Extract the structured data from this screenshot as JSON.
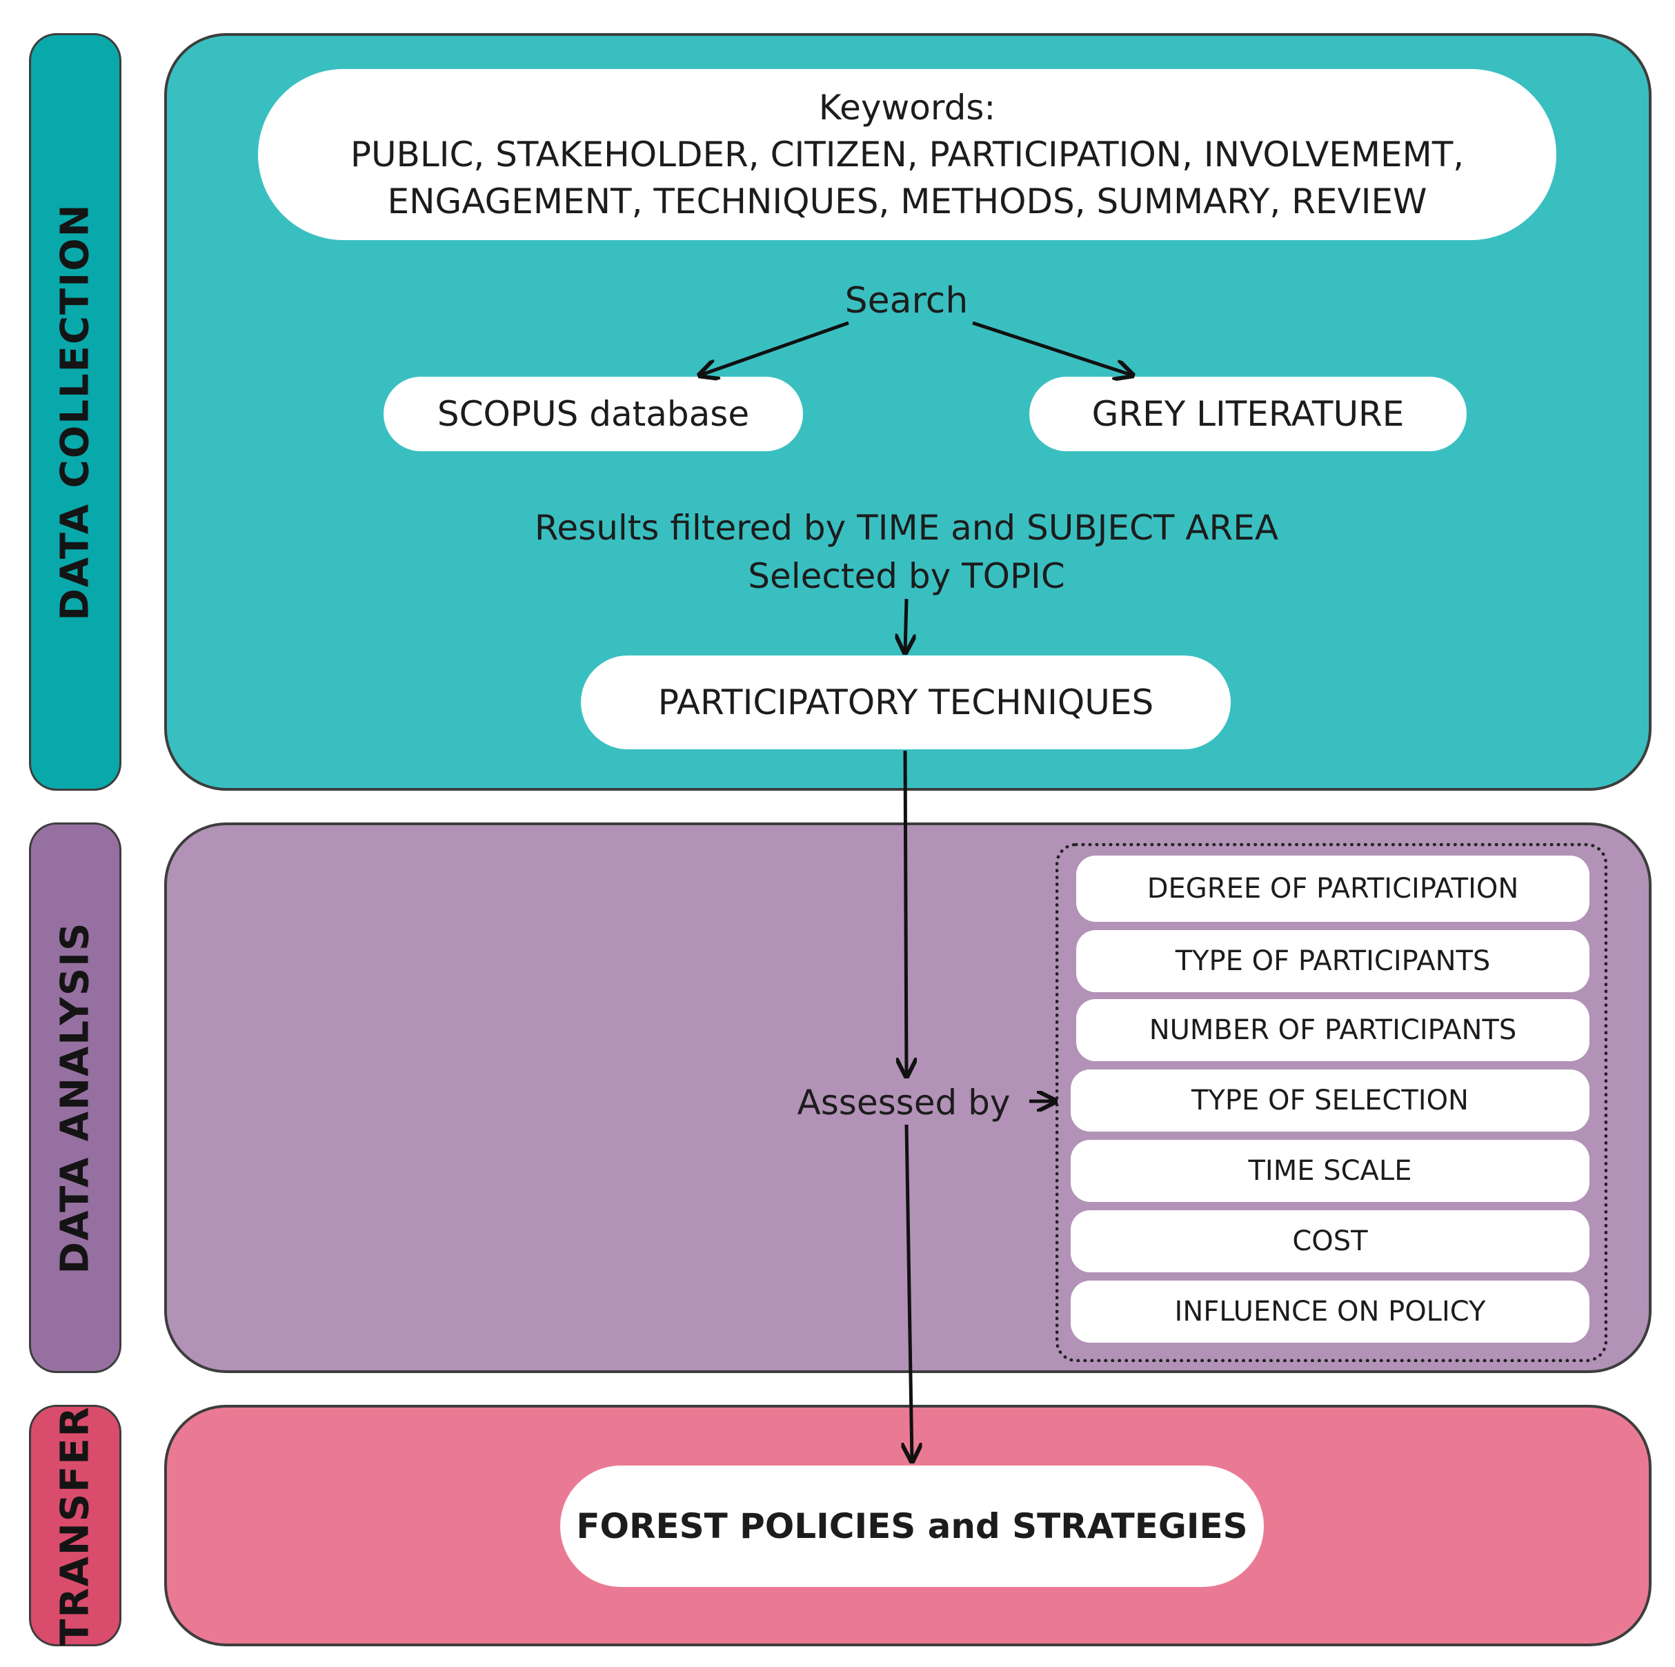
{
  "stages": {
    "data_collection": "DATA COLLECTION",
    "data_analysis": "DATA ANALYSIS",
    "transfer": "TRANSFER"
  },
  "collection": {
    "keywords_heading": "Keywords:",
    "keywords_line1": "PUBLIC, STAKEHOLDER, CITIZEN, PARTICIPATION, INVOLVEMEMT,",
    "keywords_line2": "ENGAGEMENT, TECHNIQUES, METHODS, SUMMARY, REVIEW",
    "search_label": "Search",
    "source_scopus": "SCOPUS database",
    "source_grey": "GREY LITERATURE",
    "filter_line1": "Results filtered by TIME and SUBJECT AREA",
    "filter_line2": "Selected by TOPIC",
    "result": "PARTICIPATORY TECHNIQUES"
  },
  "analysis": {
    "assessed_label": "Assessed by",
    "criteria": [
      "DEGREE OF PARTICIPATION",
      "TYPE OF PARTICIPANTS",
      "NUMBER OF PARTICIPANTS",
      "TYPE OF SELECTION",
      "TIME SCALE",
      "COST",
      "INFLUENCE ON POLICY"
    ]
  },
  "transfer": {
    "outcome": "FOREST POLICIES and STRATEGIES"
  },
  "colors": {
    "teal": "#3abfc1",
    "teal_tab": "#09a8ab",
    "purple": "#b292b7",
    "purple_tab": "#9670a0",
    "pink": "#ea7a93",
    "pink_tab": "#d94c6c"
  }
}
